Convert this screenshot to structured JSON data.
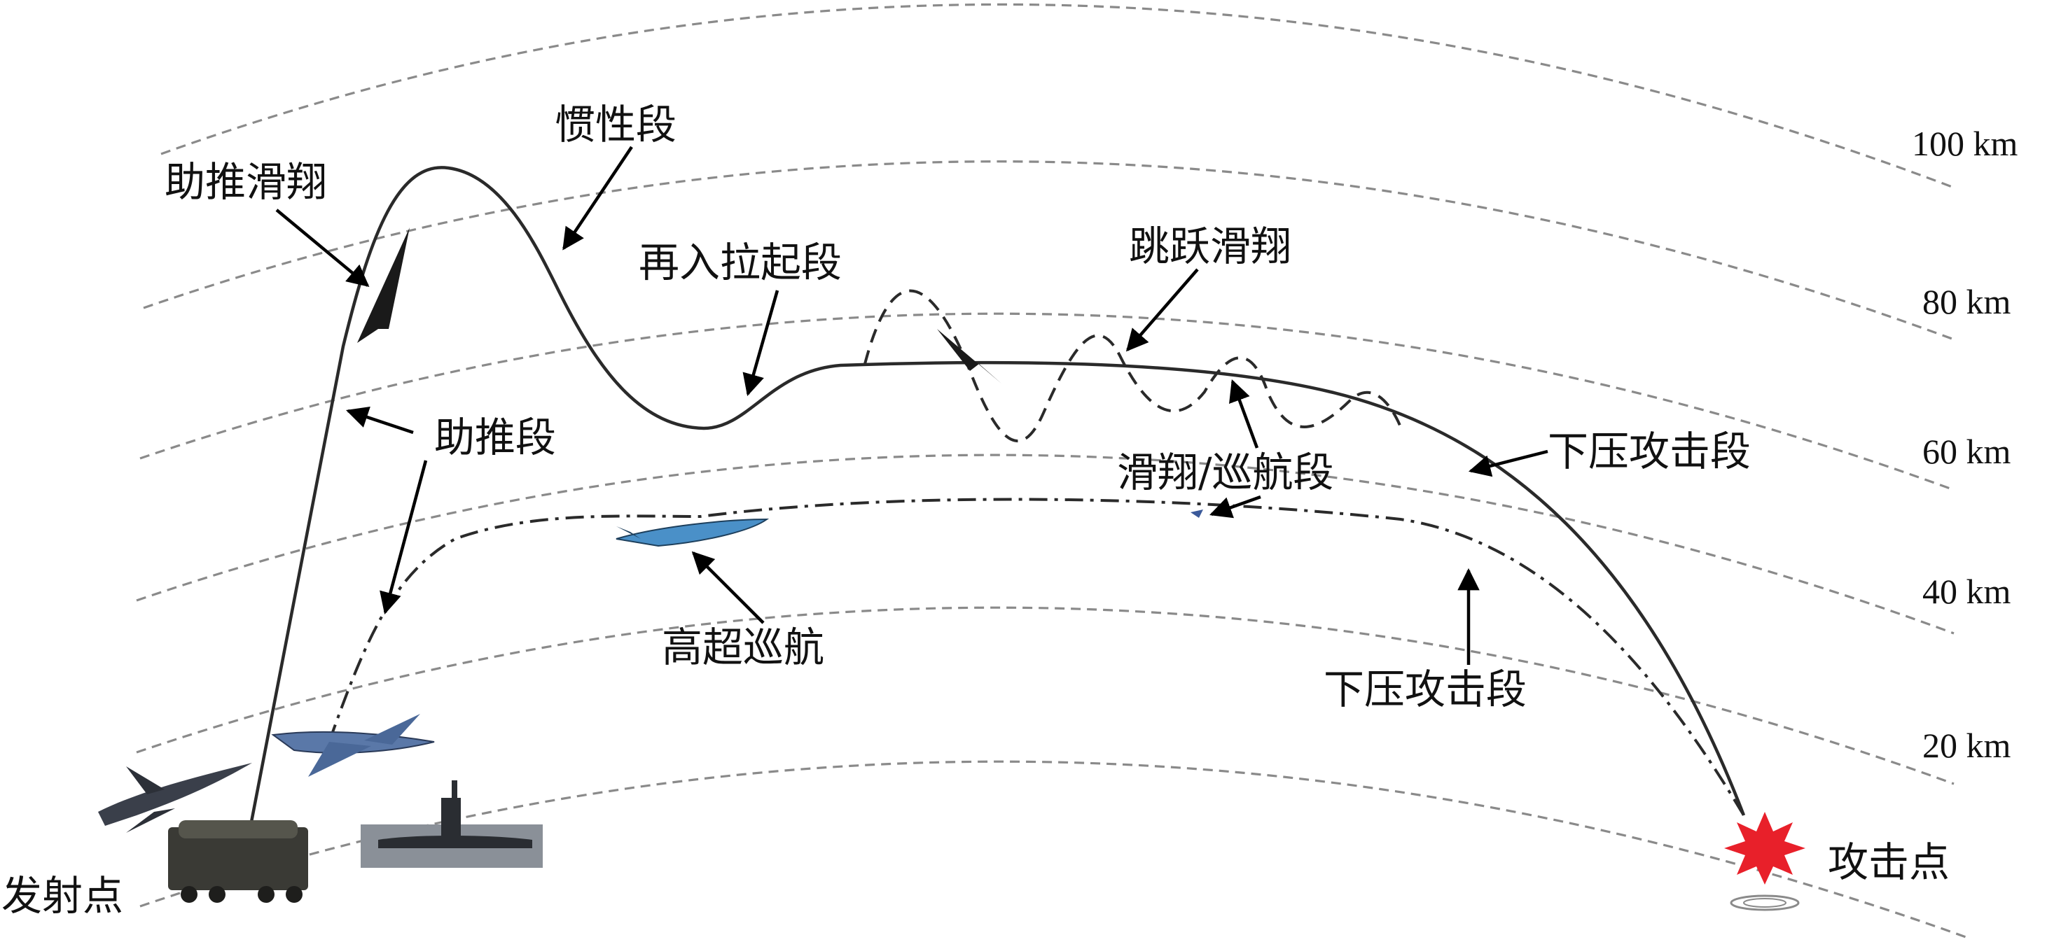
{
  "altitudes": [
    "100 km",
    "80 km",
    "60 km",
    "40 km",
    "20 km"
  ],
  "labels": {
    "boost_glide": "助推滑翔",
    "inertial": "惯性段",
    "reentry_pullup": "再入拉起段",
    "skip_glide": "跳跃滑翔",
    "boost": "助推段",
    "glide_cruise": "滑翔/巡航段",
    "dive_attack_1": "下压攻击段",
    "hypersonic_cruise": "高超巡航",
    "dive_attack_2": "下压攻击段",
    "launch_point": "发射点",
    "attack_point": "攻击点"
  },
  "icons": [
    "fighter-jet-icon",
    "bomber-icon",
    "missile-launcher-truck-icon",
    "submarine-icon",
    "glide-vehicle-icon",
    "cruise-missile-icon",
    "explosion-icon"
  ],
  "colors": {
    "explosion": "#e8202a",
    "cruise_missile": "#4a90c8",
    "bomber": "#5a78a8"
  }
}
